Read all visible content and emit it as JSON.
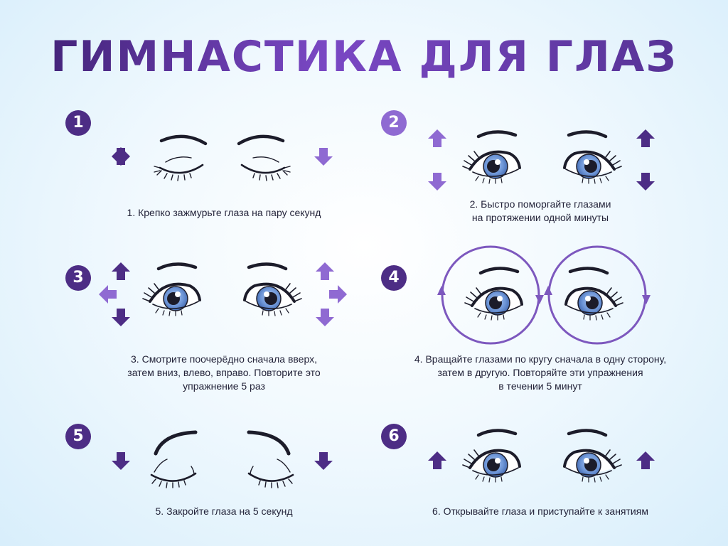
{
  "title": "ГИМНАСТИКА ДЛЯ ГЛАЗ",
  "steps": [
    {
      "number": "1",
      "lines": [
        "1. Крепко зажмурьте глаза на пару секунд"
      ]
    },
    {
      "number": "2",
      "lines": [
        "2. Быстро поморгайте глазами",
        "на протяжении одной минуты"
      ]
    },
    {
      "number": "3",
      "lines": [
        "3. Смотрите поочерёдно сначала вверх,",
        "затем вниз, влево, вправо. Повторите это",
        "упражнение 5 раз"
      ]
    },
    {
      "number": "4",
      "lines": [
        "4. Вращайте глазами по кругу сначала в одну сторону,",
        "затем в другую. Повторяйте эти упражнения",
        "в течении 5 минут"
      ]
    },
    {
      "number": "5",
      "lines": [
        "5. Закройте глаза на 5 секунд"
      ]
    },
    {
      "number": "6",
      "lines": [
        "6. Открывайте глаза и приступайте к занятиям"
      ]
    }
  ],
  "colors": {
    "title_dark": "#3b1e6e",
    "title_light": "#7a48c4",
    "badge_dark": "#4d2d85",
    "badge_light": "#8f6ad2",
    "arrow_dark": "#4d2d85",
    "arrow_light": "#8f6ad2",
    "iris": "#6f97d8",
    "outline": "#1c1c2a"
  },
  "icons": [
    "arrow-up-icon",
    "arrow-down-icon",
    "arrow-left-icon",
    "arrow-right-icon",
    "circular-arrow-icon",
    "open-eye-icon",
    "closed-eye-icon"
  ]
}
